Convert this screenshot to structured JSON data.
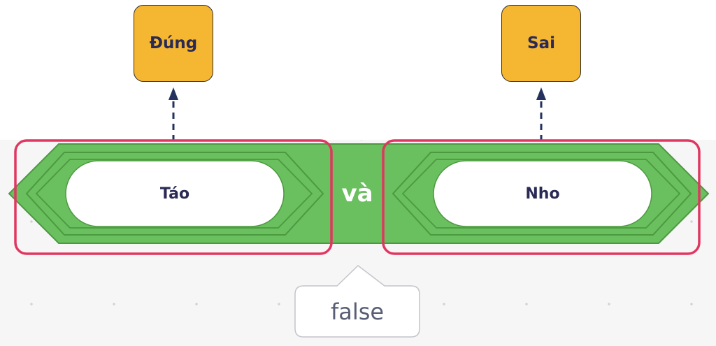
{
  "labels": {
    "true_label": "Đúng",
    "false_label": "Sai"
  },
  "block": {
    "left_input": "Táo",
    "operator": "và",
    "right_input": "Nho",
    "result": "false"
  },
  "colors": {
    "block_fill": "#6abf5e",
    "block_stroke": "#4c9a40",
    "label_fill": "#f5b731",
    "highlight": "#e0365f",
    "arrow": "#23325e"
  }
}
